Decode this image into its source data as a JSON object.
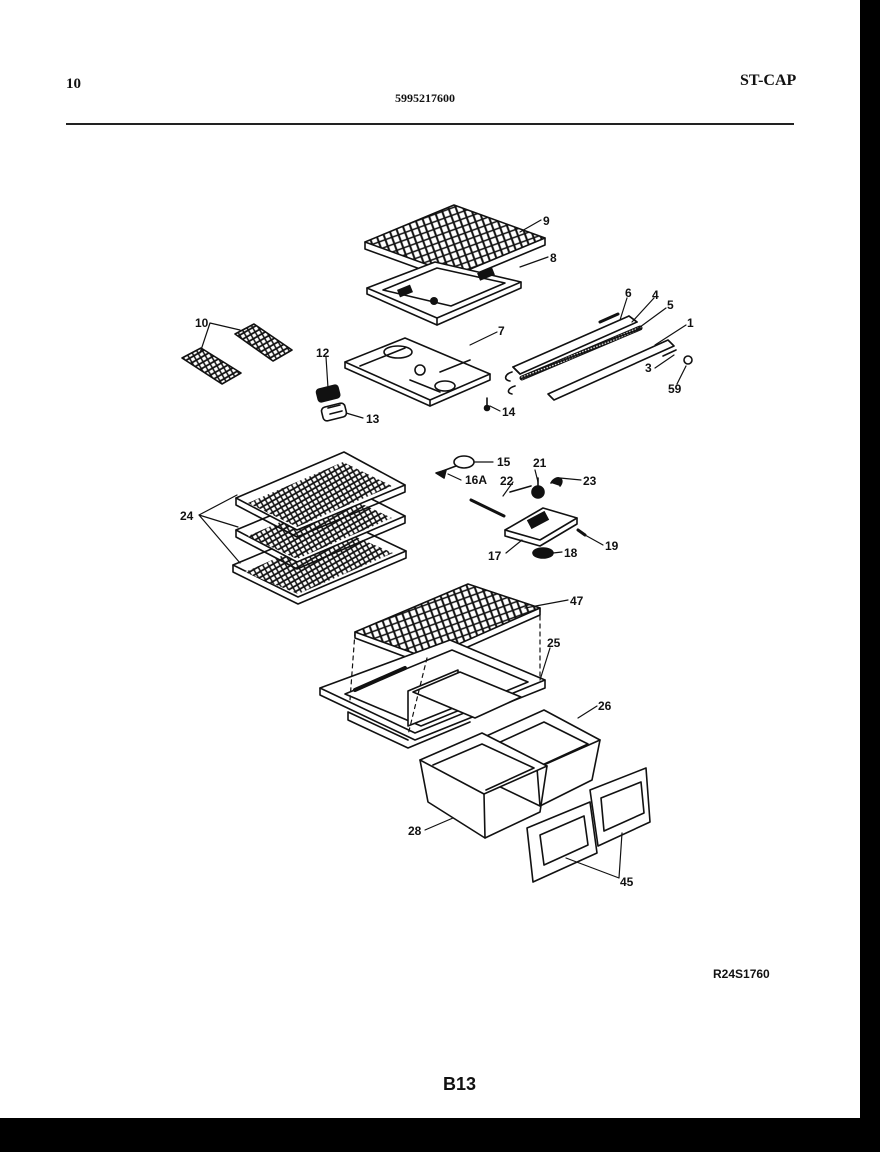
{
  "header": {
    "page_number": "10",
    "part_number": "5995217600",
    "model_code": "ST-CAP"
  },
  "footer": {
    "reference_code": "R24S1760",
    "page_code": "B13"
  },
  "callouts": {
    "c1": "1",
    "c3": "3",
    "c4": "4",
    "c5": "5",
    "c6": "6",
    "c7": "7",
    "c8": "8",
    "c9": "9",
    "c10": "10",
    "c12": "12",
    "c13": "13",
    "c14": "14",
    "c15": "15",
    "c16a": "16A",
    "c17": "17",
    "c18": "18",
    "c19": "19",
    "c21": "21",
    "c22": "22",
    "c23": "23",
    "c24": "24",
    "c25": "25",
    "c26": "26",
    "c28": "28",
    "c45": "45",
    "c47": "47",
    "c59": "59"
  }
}
